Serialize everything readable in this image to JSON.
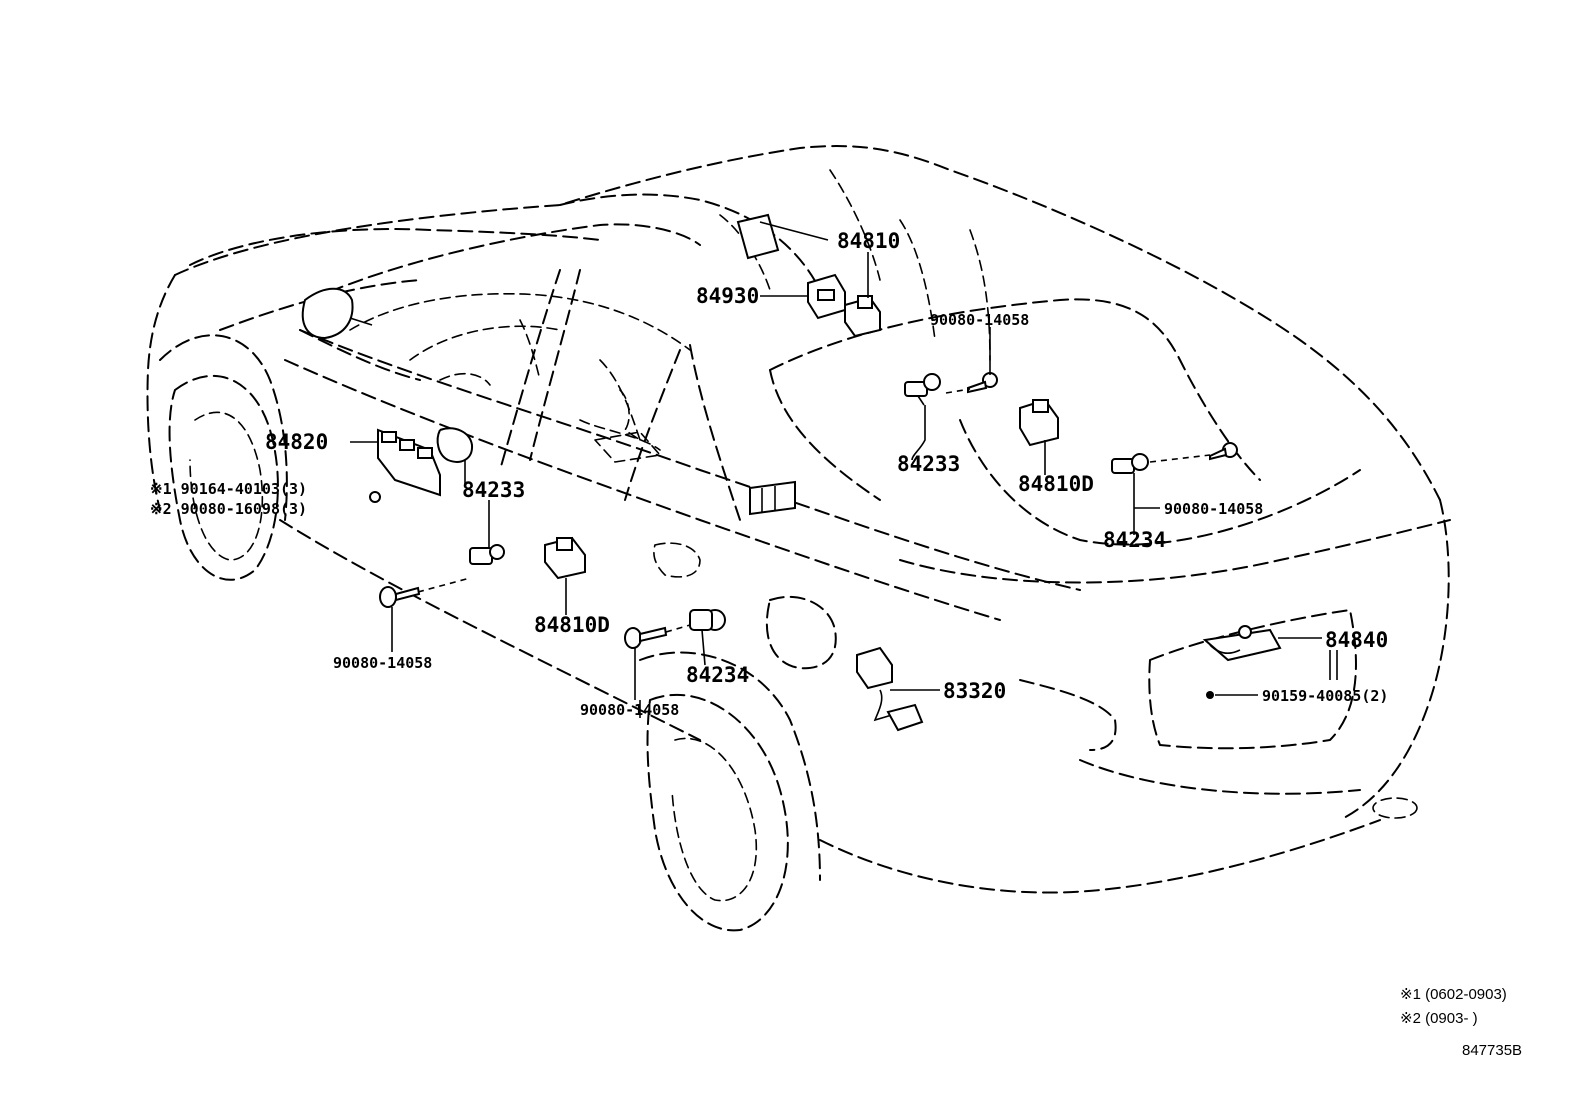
{
  "callouts": [
    {
      "id": "c-84810",
      "text": "84810"
    },
    {
      "id": "c-84930",
      "text": "84930"
    },
    {
      "id": "c-90080-top",
      "text": "90080-14058"
    },
    {
      "id": "c-84233-right",
      "text": "84233"
    },
    {
      "id": "c-84810d-right",
      "text": "84810D"
    },
    {
      "id": "c-90080-right",
      "text": "90080-14058"
    },
    {
      "id": "c-84234-right",
      "text": "84234"
    },
    {
      "id": "c-84820",
      "text": "84820"
    },
    {
      "id": "c-note1-part",
      "text": "※1 90164-40103(3)"
    },
    {
      "id": "c-note2-part",
      "text": "※2 90080-16098(3)"
    },
    {
      "id": "c-84233-left",
      "text": "84233"
    },
    {
      "id": "c-84810d-left",
      "text": "84810D"
    },
    {
      "id": "c-90080-left",
      "text": "90080-14058"
    },
    {
      "id": "c-84234-left",
      "text": "84234"
    },
    {
      "id": "c-90080-bottom",
      "text": "90080-14058"
    },
    {
      "id": "c-83320",
      "text": "83320"
    },
    {
      "id": "c-84840",
      "text": "84840"
    },
    {
      "id": "c-90159",
      "text": "90159-40085(2)"
    }
  ],
  "notes": {
    "note1": "※1 (0602-0903)",
    "note2": "※2 (0903-      )"
  },
  "diagram_code": "847735B"
}
